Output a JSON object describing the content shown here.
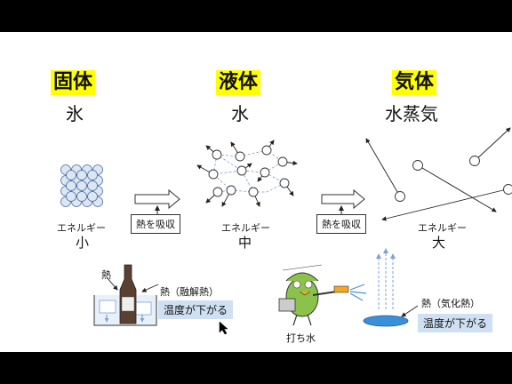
{
  "states": [
    {
      "name": "固体",
      "example": "氷",
      "energy_label": "エネルギー",
      "energy_level": "小"
    },
    {
      "name": "液体",
      "example": "水",
      "energy_label": "エネルギー",
      "energy_level": "中"
    },
    {
      "name": "気体",
      "example": "水蒸気",
      "energy_label": "エネルギー",
      "energy_level": "大"
    }
  ],
  "transitions": [
    {
      "label": "熱を吸収"
    },
    {
      "label": "熱を吸収"
    }
  ],
  "melting_example": {
    "heat_label": "熱",
    "heat_type": "熱（融解熱）",
    "result": "温度が下がる"
  },
  "evaporation_example": {
    "caption": "打ち水",
    "heat_type": "熱（気化熱）",
    "result": "温度が下がる"
  },
  "colors": {
    "highlight": "#ffff00",
    "result_box": "#cfe0f3",
    "particle_fill": "#dde6f3",
    "dashed_arrow": "#7ea0d6"
  }
}
